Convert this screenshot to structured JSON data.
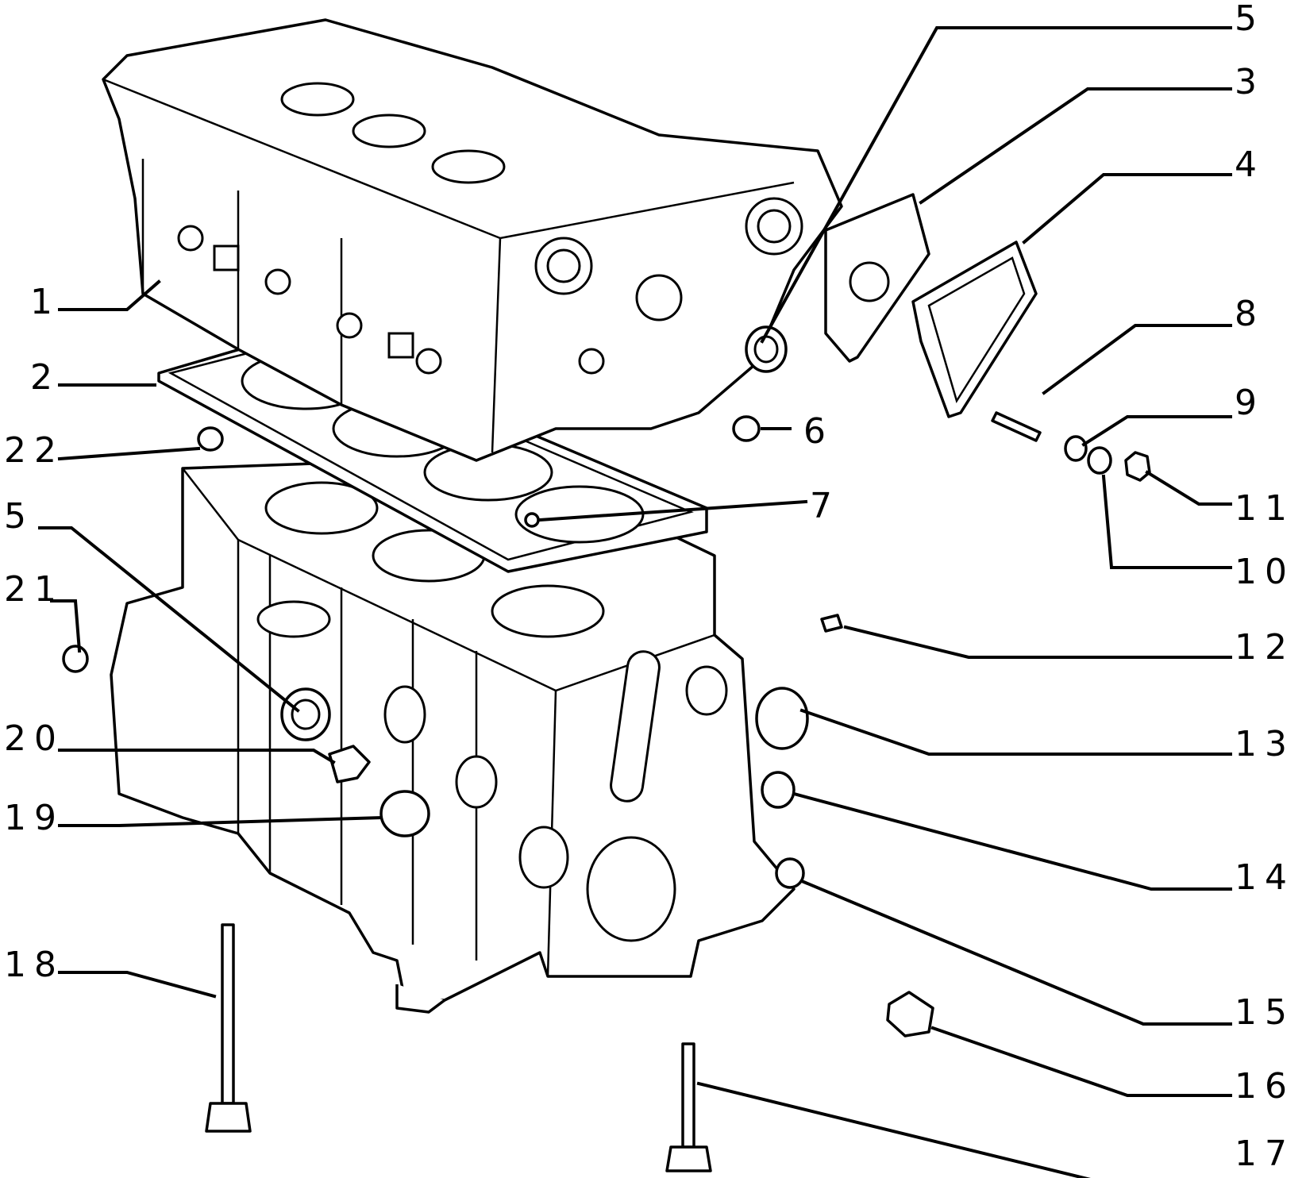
{
  "callouts": [
    {
      "id": "c1",
      "label": "1"
    },
    {
      "id": "c2",
      "label": "2"
    },
    {
      "id": "c3",
      "label": "3"
    },
    {
      "id": "c4",
      "label": "4"
    },
    {
      "id": "c5a",
      "label": "5"
    },
    {
      "id": "c5b",
      "label": "5"
    },
    {
      "id": "c6",
      "label": "6"
    },
    {
      "id": "c7",
      "label": "7"
    },
    {
      "id": "c8",
      "label": "8"
    },
    {
      "id": "c9",
      "label": "9"
    },
    {
      "id": "c10",
      "label": "10"
    },
    {
      "id": "c11",
      "label": "11"
    },
    {
      "id": "c12",
      "label": "12"
    },
    {
      "id": "c13",
      "label": "13"
    },
    {
      "id": "c14",
      "label": "14"
    },
    {
      "id": "c15",
      "label": "15"
    },
    {
      "id": "c16",
      "label": "16"
    },
    {
      "id": "c17",
      "label": "17"
    },
    {
      "id": "c18",
      "label": "18"
    },
    {
      "id": "c19",
      "label": "19"
    },
    {
      "id": "c20",
      "label": "20"
    },
    {
      "id": "c21",
      "label": "21"
    },
    {
      "id": "c22",
      "label": "22"
    }
  ]
}
